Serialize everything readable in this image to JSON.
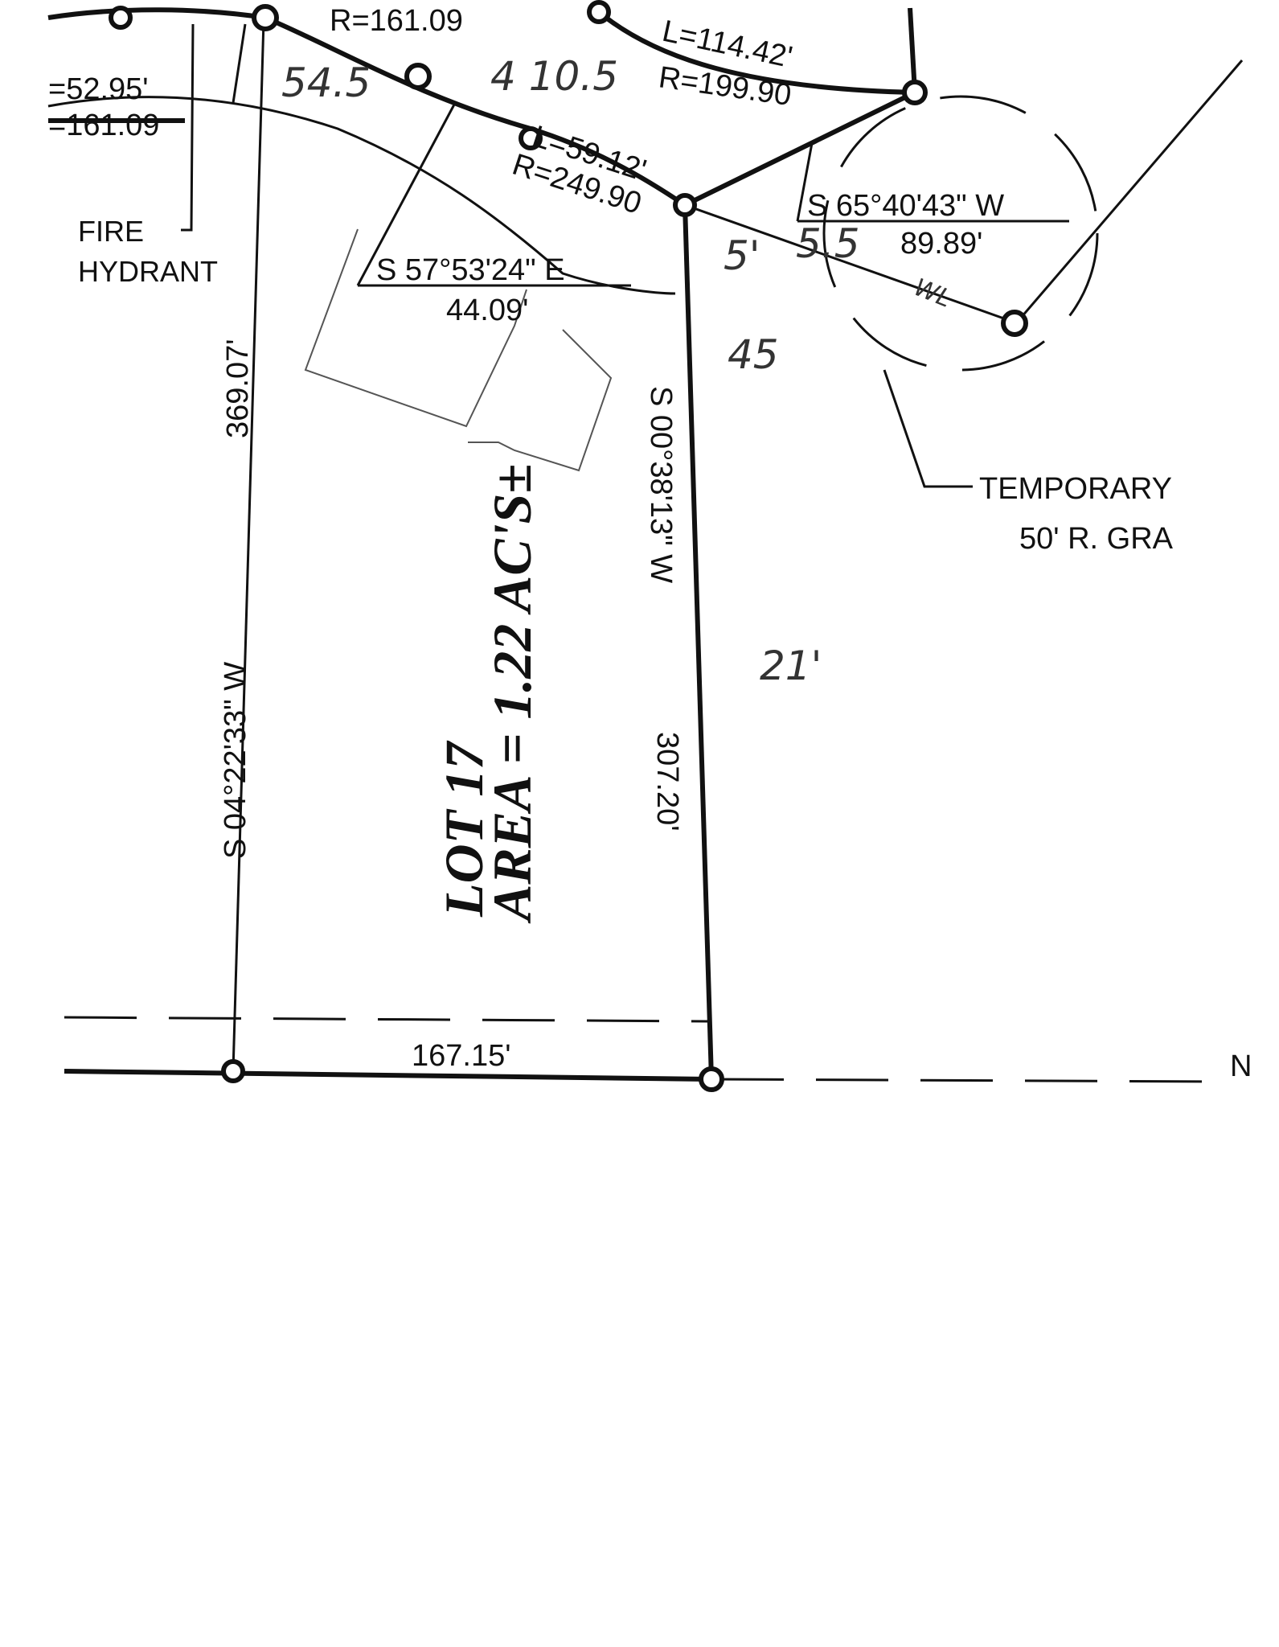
{
  "curve_labels": {
    "top_radius": "R=161.09",
    "left_length": "=52.95'",
    "left_radius": "=161.09",
    "arc_length_upper": "L=114.42'",
    "arc_radius_upper": "R=199.90",
    "arc_length_lower": "L=59.12'",
    "arc_radius_lower": "R=249.90"
  },
  "callouts": {
    "fire_hydrant_line1": "FIRE",
    "fire_hydrant_line2": "HYDRANT",
    "water_line": "WL",
    "temporary_line1": "TEMPORARY",
    "temporary_line2": "50' R. GRA"
  },
  "bearings": {
    "northeast_bearing": "S 65°40'43\" W",
    "northeast_distance": "89.89'",
    "north_bearing": "S 57°53'24\" E",
    "north_distance": "44.09'",
    "west_bearing": "S 04°22'33\" W",
    "west_distance": "369.07'",
    "east_bearing": "S 00°38'13\" W",
    "east_distance": "307.20'",
    "south_distance": "167.15'",
    "south_edge_letter": "N"
  },
  "lot": {
    "name": "LOT 17",
    "area": "AREA = 1.22 AC'S±"
  },
  "handwritten": {
    "note_54": "54.5",
    "note_4105": "4 10.5",
    "note_5": "5'",
    "note_55": "5.5",
    "note_45": "45",
    "note_21": "21'"
  }
}
